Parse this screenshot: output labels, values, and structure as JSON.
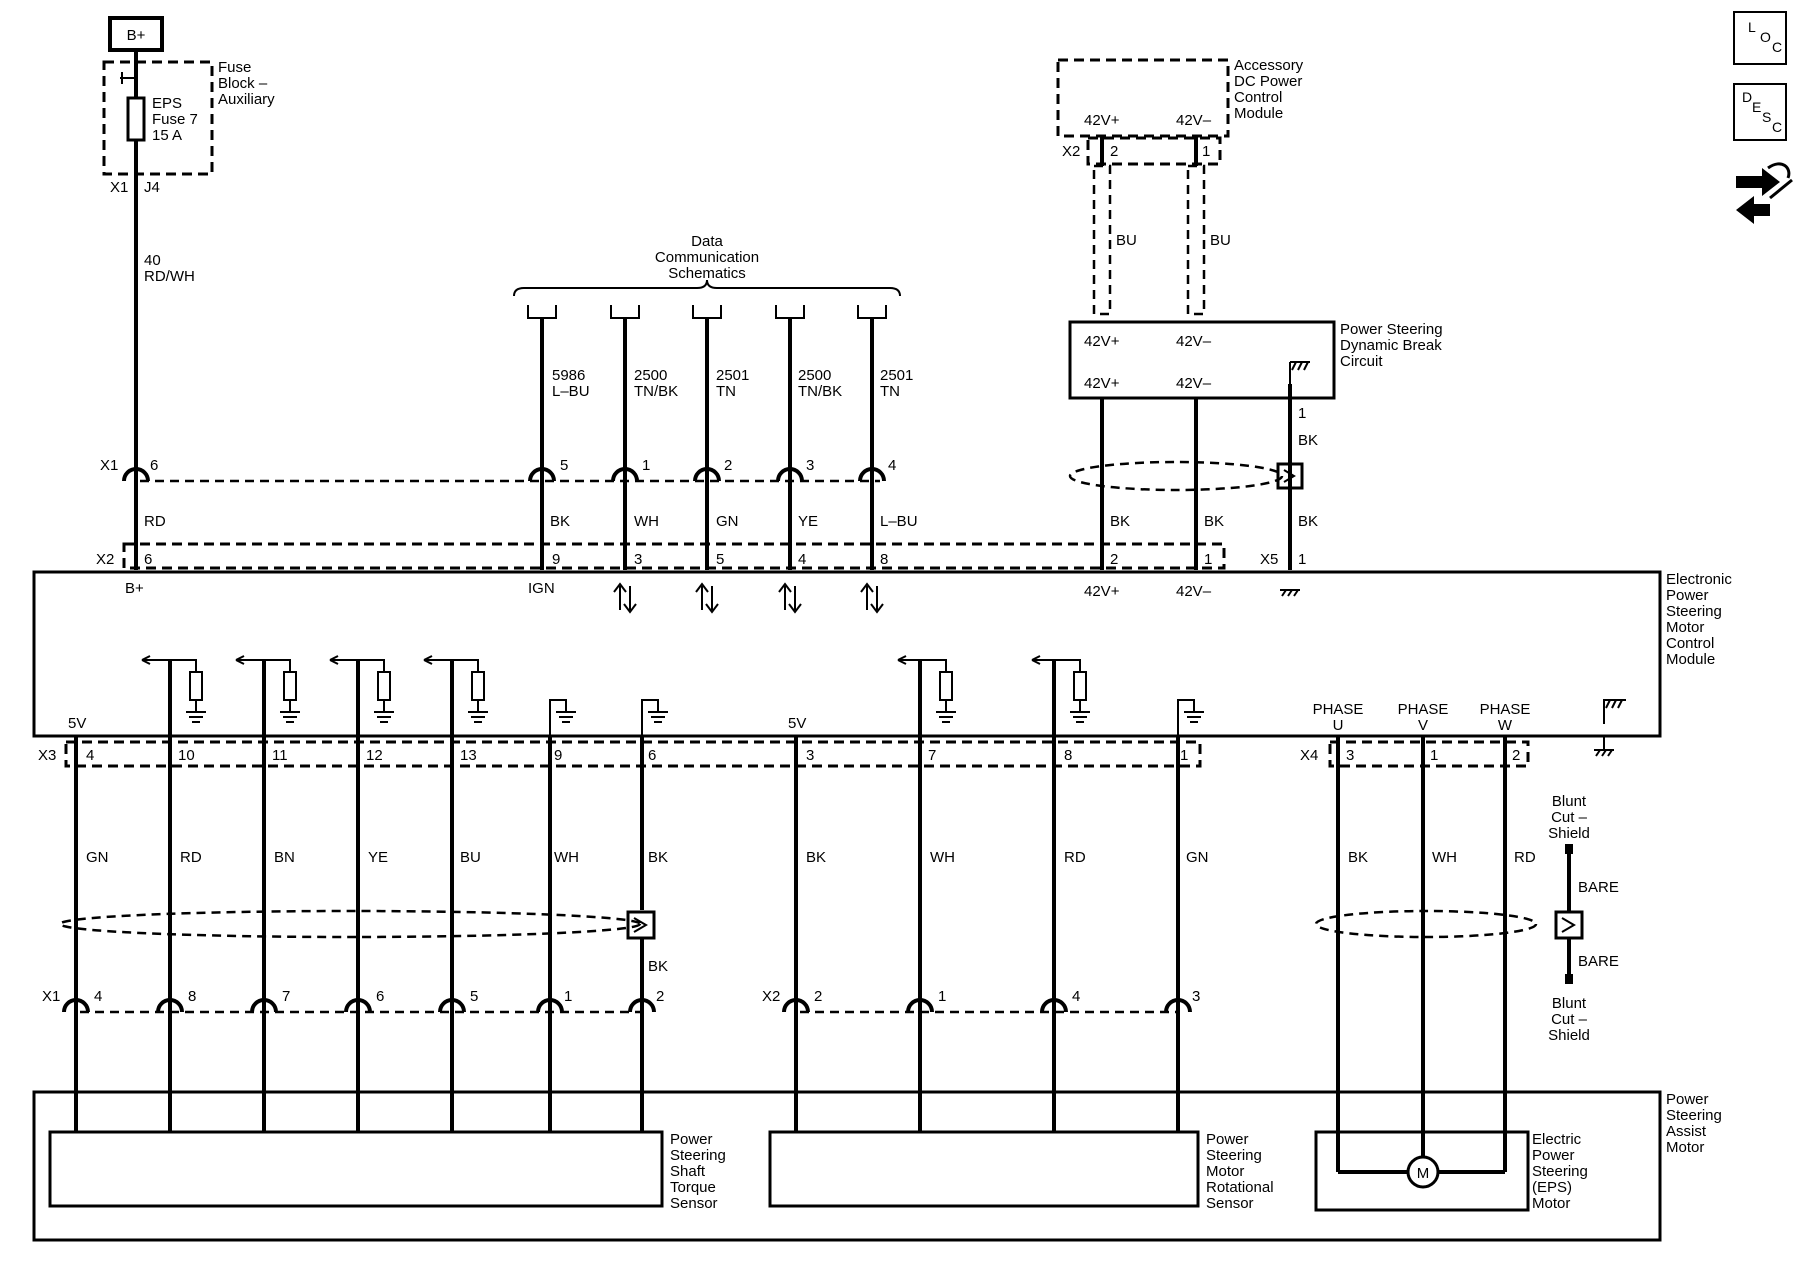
{
  "power": {
    "label": "B+"
  },
  "fuse_block": {
    "name_lines": [
      "Fuse",
      "Block –",
      "Auxiliary"
    ],
    "fuse_lines": [
      "EPS",
      "Fuse 7",
      "15 A"
    ],
    "connector": "X1",
    "pin": "J4"
  },
  "feed_wire": {
    "circuit": "40",
    "color": "RD/WH"
  },
  "data_comm": {
    "title_lines": [
      "Data",
      "Communication",
      "Schematics"
    ],
    "wires": [
      {
        "circuit": "5986",
        "color": "L–BU",
        "x1_pin": "5",
        "inner_color": "BK",
        "x2_pin": "9",
        "module_label": "IGN"
      },
      {
        "circuit": "2500",
        "color": "TN/BK",
        "x1_pin": "1",
        "inner_color": "WH",
        "x2_pin": "3",
        "module_label": ""
      },
      {
        "circuit": "2501",
        "color": "TN",
        "x1_pin": "2",
        "inner_color": "GN",
        "x2_pin": "5",
        "module_label": ""
      },
      {
        "circuit": "2500",
        "color": "TN/BK",
        "x1_pin": "3",
        "inner_color": "YE",
        "x2_pin": "4",
        "module_label": ""
      },
      {
        "circuit": "2501",
        "color": "TN",
        "x1_pin": "4",
        "inner_color": "L–BU",
        "x2_pin": "8",
        "module_label": ""
      }
    ]
  },
  "bplus_wire": {
    "x1_connector": "X1",
    "x1_pin": "6",
    "color": "RD",
    "x2_connector": "X2",
    "x2_pin": "6",
    "module_label": "B+"
  },
  "accessory_module": {
    "name_lines": [
      "Accessory",
      "DC Power",
      "Control",
      "Module"
    ],
    "pos_label": "42V+",
    "neg_label": "42V–",
    "connector": "X2",
    "pos_pin": "2",
    "neg_pin": "1",
    "pos_color": "BU",
    "neg_color": "BU"
  },
  "dynamic_break": {
    "name_lines": [
      "Power Steering",
      "Dynamic Break",
      "Circuit"
    ],
    "top_pos": "42V+",
    "top_neg": "42V–",
    "bot_pos": "42V+",
    "bot_neg": "42V–",
    "ground_pin": "1",
    "ground_color": "BK"
  },
  "module_power_wires": {
    "pos_color": "BK",
    "neg_color": "BK",
    "gnd_color": "BK",
    "pos_pin": "2",
    "neg_pin": "1",
    "gnd_connector": "X5",
    "gnd_pin": "1",
    "pos_label": "42V+",
    "neg_label": "42V–"
  },
  "control_module": {
    "name_lines": [
      "Electronic",
      "Power",
      "Steering",
      "Motor",
      "Control",
      "Module"
    ]
  },
  "x3": {
    "connector": "X3",
    "ref_5v": "5V",
    "wires": [
      {
        "pin": "4",
        "color": "GN",
        "sensor_pin": "4"
      },
      {
        "pin": "10",
        "color": "RD",
        "sensor_pin": "8"
      },
      {
        "pin": "11",
        "color": "BN",
        "sensor_pin": "7"
      },
      {
        "pin": "12",
        "color": "YE",
        "sensor_pin": "6"
      },
      {
        "pin": "13",
        "color": "BU",
        "sensor_pin": "5"
      },
      {
        "pin": "9",
        "color": "WH",
        "sensor_pin": "1"
      },
      {
        "pin": "6",
        "color": "BK",
        "sensor_pin": "2"
      }
    ],
    "drain_color": "BK",
    "sensor_connector": "X1"
  },
  "x3b": {
    "ref_5v": "5V",
    "wires": [
      {
        "pin": "3",
        "color": "BK",
        "sensor_pin": "2"
      },
      {
        "pin": "7",
        "color": "WH",
        "sensor_pin": "1"
      },
      {
        "pin": "8",
        "color": "RD",
        "sensor_pin": "4"
      },
      {
        "pin": "1",
        "color": "GN",
        "sensor_pin": "3"
      }
    ],
    "sensor_connector": "X2"
  },
  "x4": {
    "connector": "X4",
    "phases": [
      {
        "label_top": "PHASE",
        "label_bot": "U",
        "pin": "3",
        "color": "BK"
      },
      {
        "label_top": "PHASE",
        "label_bot": "V",
        "pin": "1",
        "color": "WH"
      },
      {
        "label_top": "PHASE",
        "label_bot": "W",
        "pin": "2",
        "color": "RD"
      }
    ],
    "shield_top_lines": [
      "Blunt",
      "Cut –",
      "Shield"
    ],
    "shield_bot_lines": [
      "Blunt",
      "Cut –",
      "Shield"
    ],
    "bare_top": "BARE",
    "bare_bot": "BARE"
  },
  "assist_motor": {
    "name_lines": [
      "Power",
      "Steering",
      "Assist",
      "Motor"
    ]
  },
  "torque_sensor": {
    "name_lines": [
      "Power",
      "Steering",
      "Shaft",
      "Torque",
      "Sensor"
    ]
  },
  "rotational_sensor": {
    "name_lines": [
      "Power",
      "Steering",
      "Motor",
      "Rotational",
      "Sensor"
    ]
  },
  "eps_motor": {
    "name_lines": [
      "Electric",
      "Power",
      "Steering",
      "(EPS)",
      "Motor"
    ],
    "symbol": "M"
  },
  "side_icons": [
    {
      "name": "location-icon",
      "lines": [
        "L",
        "O",
        "C"
      ]
    },
    {
      "name": "description-icon",
      "lines": [
        "D",
        "E",
        "S",
        "C"
      ]
    },
    {
      "name": "connector-repair-icon",
      "lines": []
    }
  ]
}
